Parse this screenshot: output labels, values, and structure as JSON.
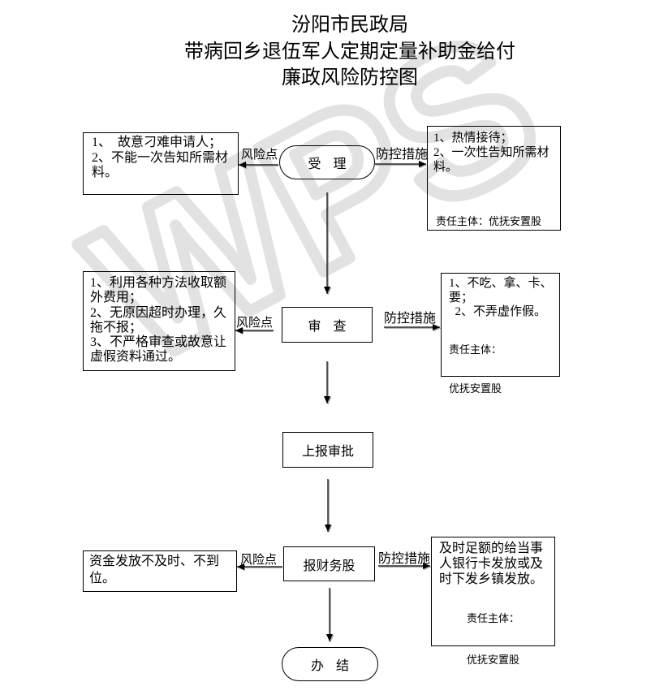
{
  "page": {
    "background": "#ffffff",
    "text_color": "#000000",
    "line_color": "#000000",
    "shadow_color": "#a6a6a6"
  },
  "watermark": {
    "text": "WPS",
    "color": "#e2e2e2"
  },
  "title": {
    "line1": "汾阳市民政局",
    "line2": "带病回乡退伍军人定期定量补助金给付",
    "line3": "廉政风险防控图"
  },
  "flow": {
    "steps": [
      {
        "label": "受 理"
      },
      {
        "label": "审 查"
      },
      {
        "label": "上报审批"
      },
      {
        "label": "报财务股"
      },
      {
        "label": "办 结"
      }
    ]
  },
  "connector_labels": {
    "risk": "风险点",
    "control": "防控措施"
  },
  "risk_points": [
    {
      "lines": [
        "1、  故意刁难申请人；",
        "2、不能一次告知所需材",
        "料。"
      ]
    },
    {
      "lines": [
        "1、利用各种方法收取额",
        "外费用；",
        "2、无原因超时办理，久",
        "拖不报；",
        "3、不严格审查或故意让",
        "虚假资料通过。"
      ]
    },
    {
      "lines": [
        "资金发放不及时、不到",
        "位。"
      ]
    }
  ],
  "control_measures": [
    {
      "lines": [
        "1、热情接待；",
        "2、一次性告知所需材",
        "料。"
      ],
      "owner": [
        "责任主体：优抚安置股"
      ]
    },
    {
      "lines": [
        "1、不吃、拿、卡、",
        "要；",
        "  2、不弄虚作假。"
      ],
      "owner": [
        "责任主体：",
        "优抚安置股"
      ]
    },
    {
      "lines": [
        "及时足额的给当事",
        "人银行卡发放或及",
        "时下发乡镇发放。"
      ],
      "owner": [
        "责任主体：",
        "优抚安置股"
      ]
    }
  ]
}
